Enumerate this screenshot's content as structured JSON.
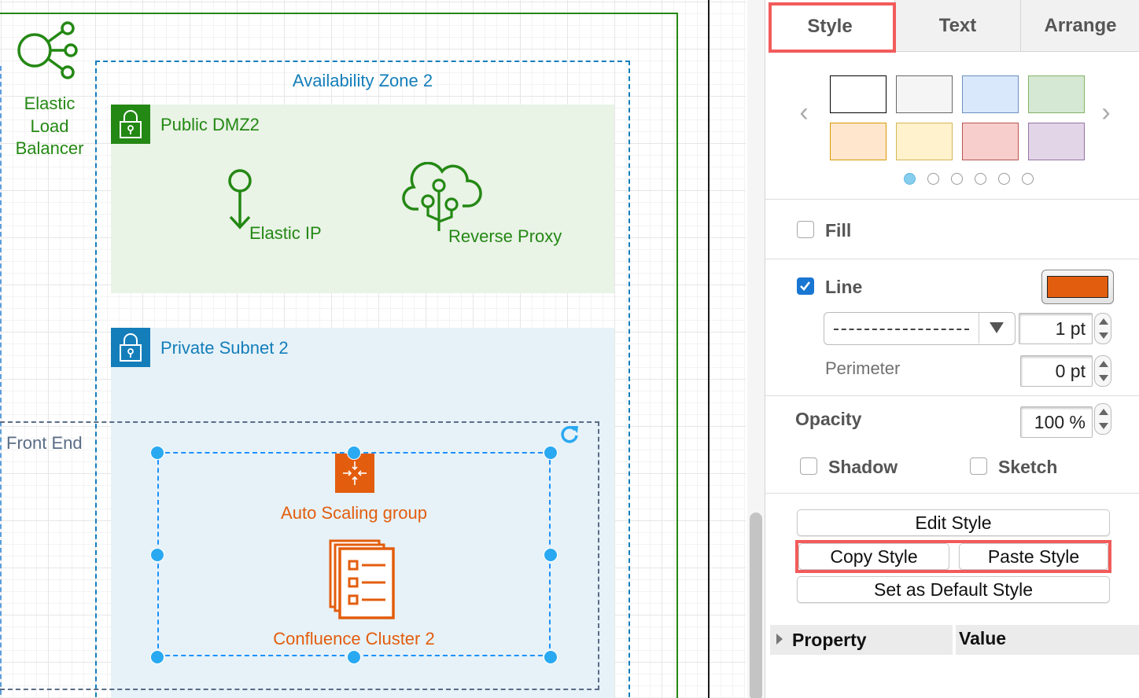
{
  "canvas": {
    "elb_label": "Elastic Load Balancer",
    "az_title": "Availability Zone 2",
    "dmz_title": "Public DMZ2",
    "elastic_ip_label": "Elastic IP",
    "reverse_proxy_label": "Reverse Proxy",
    "private_subnet_title": "Private Subnet 2",
    "front_end_label": "Front End",
    "asg_label": "Auto Scaling group",
    "confluence_label": "Confluence Cluster 2",
    "colors": {
      "green": "#248814",
      "blue": "#147eba",
      "orange": "#e35d0e",
      "selection": "#29a9f1"
    }
  },
  "panel": {
    "tabs": {
      "style": "Style",
      "text": "Text",
      "arrange": "Arrange"
    },
    "swatches": [
      {
        "fill": "#ffffff",
        "stroke": "#000000"
      },
      {
        "fill": "#f5f5f5",
        "stroke": "#666666"
      },
      {
        "fill": "#dae8fc",
        "stroke": "#6c8ebf"
      },
      {
        "fill": "#d5e8d4",
        "stroke": "#82b366"
      },
      {
        "fill": "#ffe6cc",
        "stroke": "#d79b00"
      },
      {
        "fill": "#fff2cc",
        "stroke": "#d6b656"
      },
      {
        "fill": "#f8cecc",
        "stroke": "#b85450"
      },
      {
        "fill": "#e1d5e7",
        "stroke": "#9673a6"
      }
    ],
    "fill_label": "Fill",
    "line_label": "Line",
    "line_color": "#e35d0e",
    "line_width": "1 pt",
    "perimeter_label": "Perimeter",
    "perimeter_value": "0 pt",
    "opacity_label": "Opacity",
    "opacity_value": "100 %",
    "shadow_label": "Shadow",
    "sketch_label": "Sketch",
    "edit_style": "Edit Style",
    "copy_style": "Copy Style",
    "paste_style": "Paste Style",
    "set_default_style": "Set as Default Style",
    "property_header": "Property",
    "value_header": "Value"
  }
}
